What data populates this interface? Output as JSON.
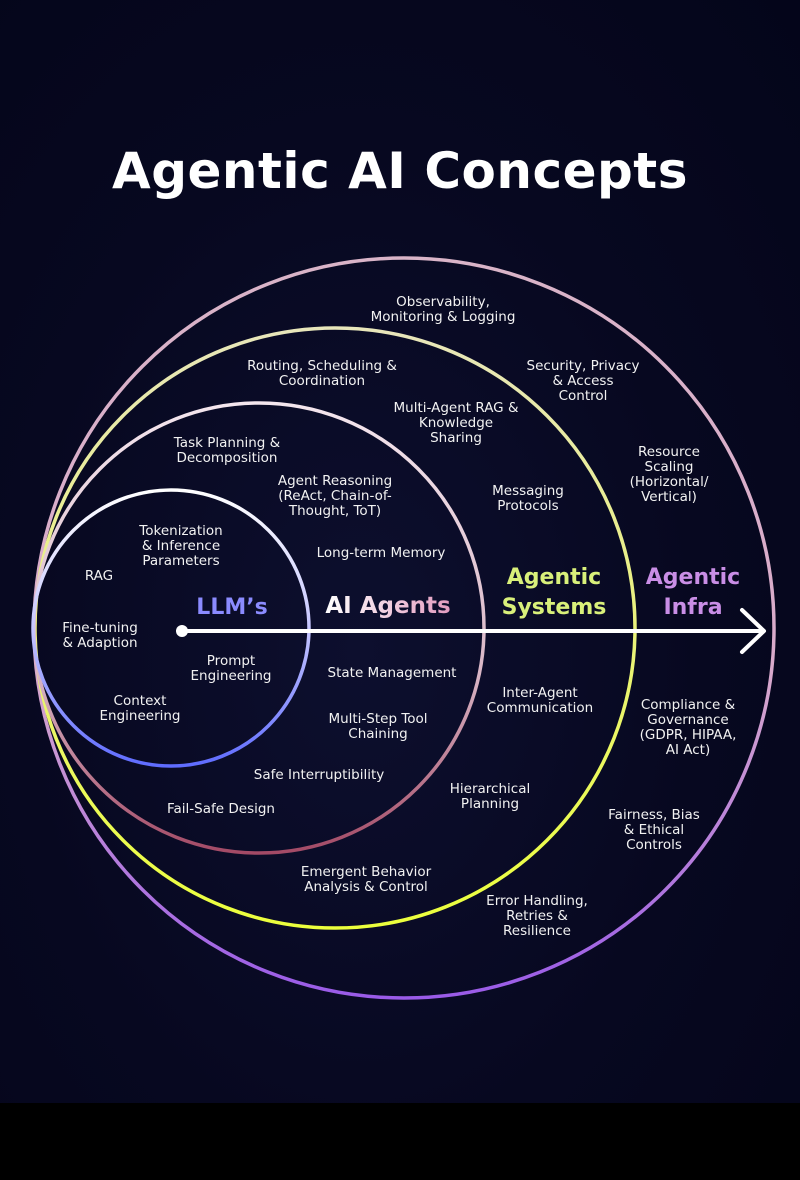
{
  "title": "Agentic AI Concepts",
  "rings": {
    "llms": "LLM’s",
    "agents": "AI Agents",
    "systems": "Agentic\nSystems",
    "infra": "Agentic\nInfra"
  },
  "colors": {
    "background": "#05061a",
    "llms": "#8b8bff",
    "agents": "#f0d6e6",
    "systems": "#d9f07a",
    "infra": "#c98ee6"
  },
  "llm_concepts": [
    "Tokenization\n& Inference\nParameters",
    "RAG",
    "Fine-tuning\n& Adaption",
    "Prompt\nEngineering",
    "Context\nEngineering"
  ],
  "agent_concepts": [
    "Task Planning &\nDecomposition",
    "Agent Reasoning\n(ReAct, Chain-of-\nThought, ToT)",
    "Long-term Memory",
    "State Management",
    "Multi-Step Tool\nChaining",
    "Safe Interruptibility",
    "Fail-Safe Design"
  ],
  "system_concepts": [
    "Routing, Scheduling &\nCoordination",
    "Multi-Agent RAG &\nKnowledge\nSharing",
    "Messaging\nProtocols",
    "Inter-Agent\nCommunication",
    "Hierarchical\nPlanning",
    "Emergent Behavior\nAnalysis & Control"
  ],
  "infra_concepts": [
    "Observability,\nMonitoring & Logging",
    "Security, Privacy\n& Access\nControl",
    "Resource\nScaling\n(Horizontal/\nVertical)",
    "Compliance &\nGovernance\n(GDPR, HIPAA,\nAI Act)",
    "Fairness, Bias\n& Ethical\nControls",
    "Error Handling,\nRetries &\nResilience"
  ]
}
